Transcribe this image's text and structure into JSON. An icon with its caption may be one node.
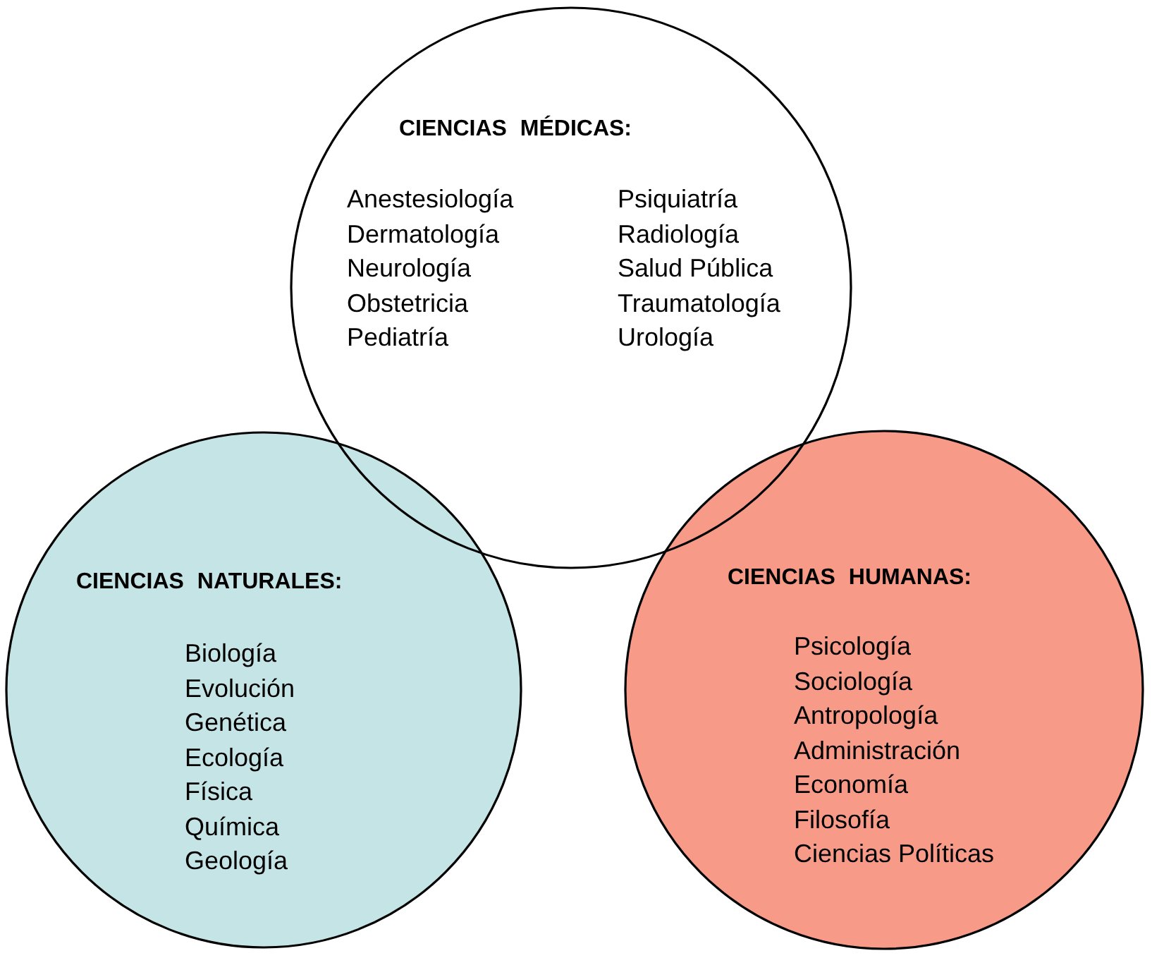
{
  "diagram": {
    "nodes": [
      {
        "text": [
          "CIENCIAS MÉDICAS:",
          "Anestesiología",
          "Dermatología",
          "Neurología",
          "Obstetricia",
          "Pediatría",
          "Psiquiatría",
          "Radiología",
          "Salud Pública",
          "Traumatología",
          "Urología"
        ]
      },
      {
        "text": [
          "CIENCIAS NATURALES:",
          "Biología",
          "Evolución",
          "Genética",
          "Ecología",
          "Física",
          "Química",
          "Geología"
        ]
      },
      {
        "text": [
          "CIENCIAS HUMANAS:",
          "Psicología",
          "Sociología",
          "Antropología",
          "Administración",
          "Economía",
          "Filosofía",
          "Ciencias Políticas"
        ]
      }
    ]
  }
}
